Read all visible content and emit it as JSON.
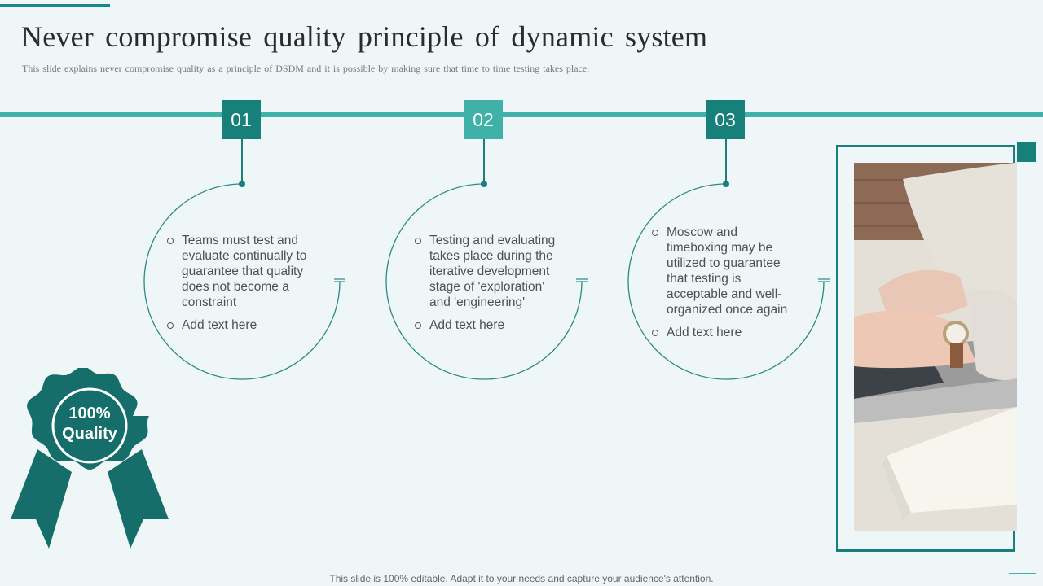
{
  "title": "Never compromise quality principle of dynamic system",
  "subtitle": "This slide explains never compromise quality as a principle of DSDM and it is possible by making sure that time to time testing takes place.",
  "steps": [
    {
      "number": "01",
      "color": "#17807b",
      "bullets": [
        "Teams must test and evaluate continually to guarantee that quality does not become a constraint",
        "Add text here"
      ]
    },
    {
      "number": "02",
      "color": "#3fb1a8",
      "bullets": [
        "Testing and evaluating takes place during the iterative development stage of 'exploration' and 'engineering'",
        "Add text here"
      ]
    },
    {
      "number": "03",
      "color": "#17807b",
      "bullets": [
        "Moscow and timeboxing may be utilized to guarantee that testing is acceptable and well-organized once again",
        "Add text here"
      ]
    }
  ],
  "badge": {
    "line1": "100%",
    "line2": "Quality",
    "color": "#156e69"
  },
  "footer": "This slide is 100% editable. Adapt it to your needs and capture your audience's attention.",
  "colors": {
    "background": "#eff6f7",
    "accent": "#3fb1a8",
    "dark_teal": "#17807b"
  }
}
